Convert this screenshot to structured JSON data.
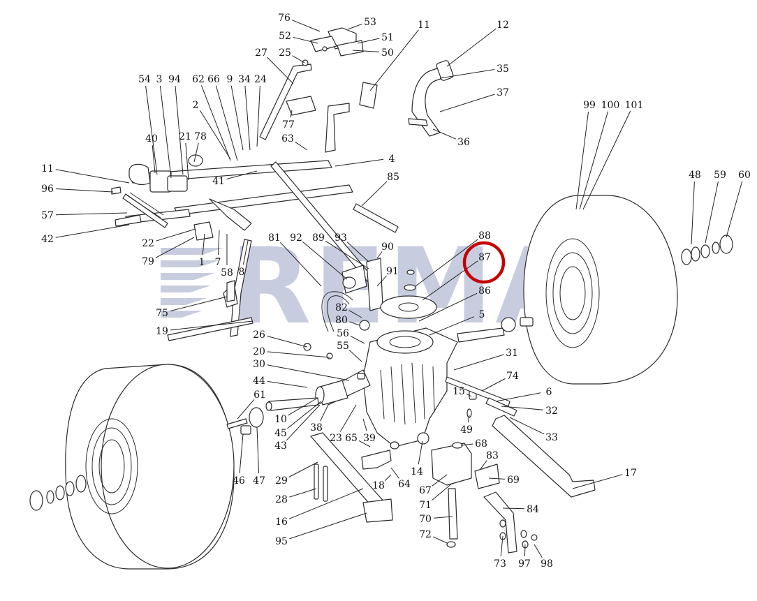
{
  "watermark": {
    "text": "REMAS",
    "registered": "®",
    "color": "#9aa6c6"
  },
  "highlight": {
    "label": "87",
    "color": "#c40000"
  },
  "callouts": [
    "76",
    "53",
    "52",
    "51",
    "50",
    "25",
    "27",
    "11",
    "12",
    "35",
    "37",
    "36",
    "54",
    "3",
    "94",
    "62",
    "66",
    "9",
    "34",
    "24",
    "2",
    "77",
    "63",
    "40",
    "78",
    "21",
    "11",
    "96",
    "57",
    "42",
    "41",
    "4",
    "85",
    "22",
    "79",
    "1",
    "7",
    "58",
    "8",
    "81",
    "92",
    "89",
    "93",
    "90",
    "91",
    "88",
    "87",
    "86",
    "5",
    "82",
    "80",
    "56",
    "55",
    "75",
    "19",
    "26",
    "20",
    "30",
    "44",
    "61",
    "10",
    "45",
    "43",
    "38",
    "23",
    "39",
    "65",
    "64",
    "14",
    "15",
    "49",
    "31",
    "74",
    "6",
    "32",
    "33",
    "68",
    "83",
    "67",
    "69",
    "71",
    "70",
    "72",
    "84",
    "73",
    "97",
    "98",
    "17",
    "16",
    "95",
    "28",
    "29",
    "18",
    "46",
    "47",
    "99",
    "100",
    "101",
    "48",
    "59",
    "60"
  ]
}
